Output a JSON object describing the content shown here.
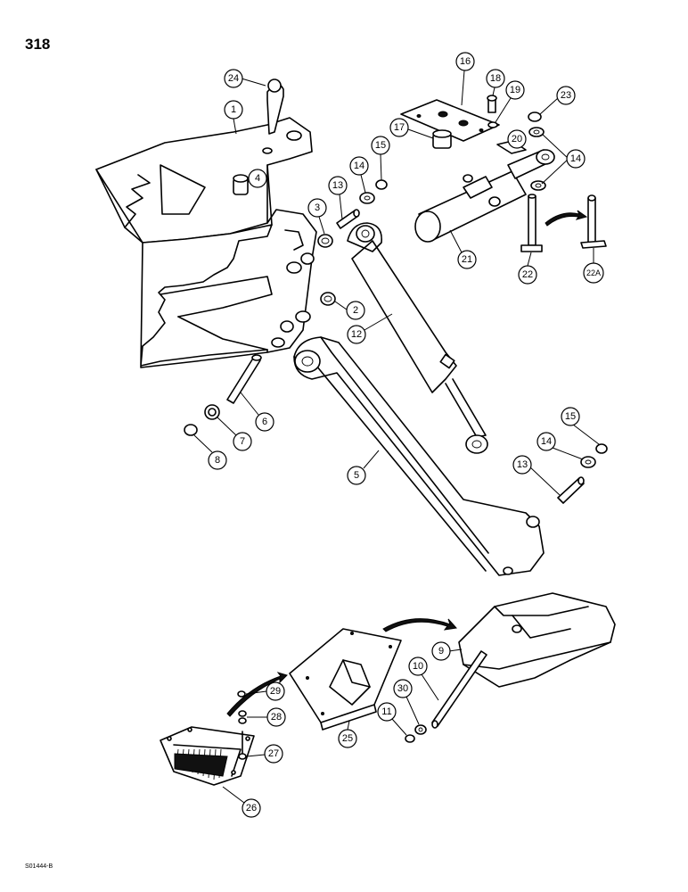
{
  "page": {
    "number": "318",
    "figure_code": "S01444-B"
  },
  "callouts": {
    "c1": "1",
    "c2": "2",
    "c3": "3",
    "c4": "4",
    "c5": "5",
    "c6": "6",
    "c7": "7",
    "c8": "8",
    "c9": "9",
    "c10": "10",
    "c11": "11",
    "c12": "12",
    "c13a": "13",
    "c13b": "13",
    "c14a": "14",
    "c14b": "14",
    "c14c": "14",
    "c15a": "15",
    "c15b": "15",
    "c16": "16",
    "c17": "17",
    "c18": "18",
    "c19": "19",
    "c20": "20",
    "c21": "21",
    "c22": "22",
    "c22a": "22A",
    "c23": "23",
    "c24": "24",
    "c25": "25",
    "c26": "26",
    "c27": "27",
    "c28": "28",
    "c29": "29",
    "c30": "30"
  }
}
